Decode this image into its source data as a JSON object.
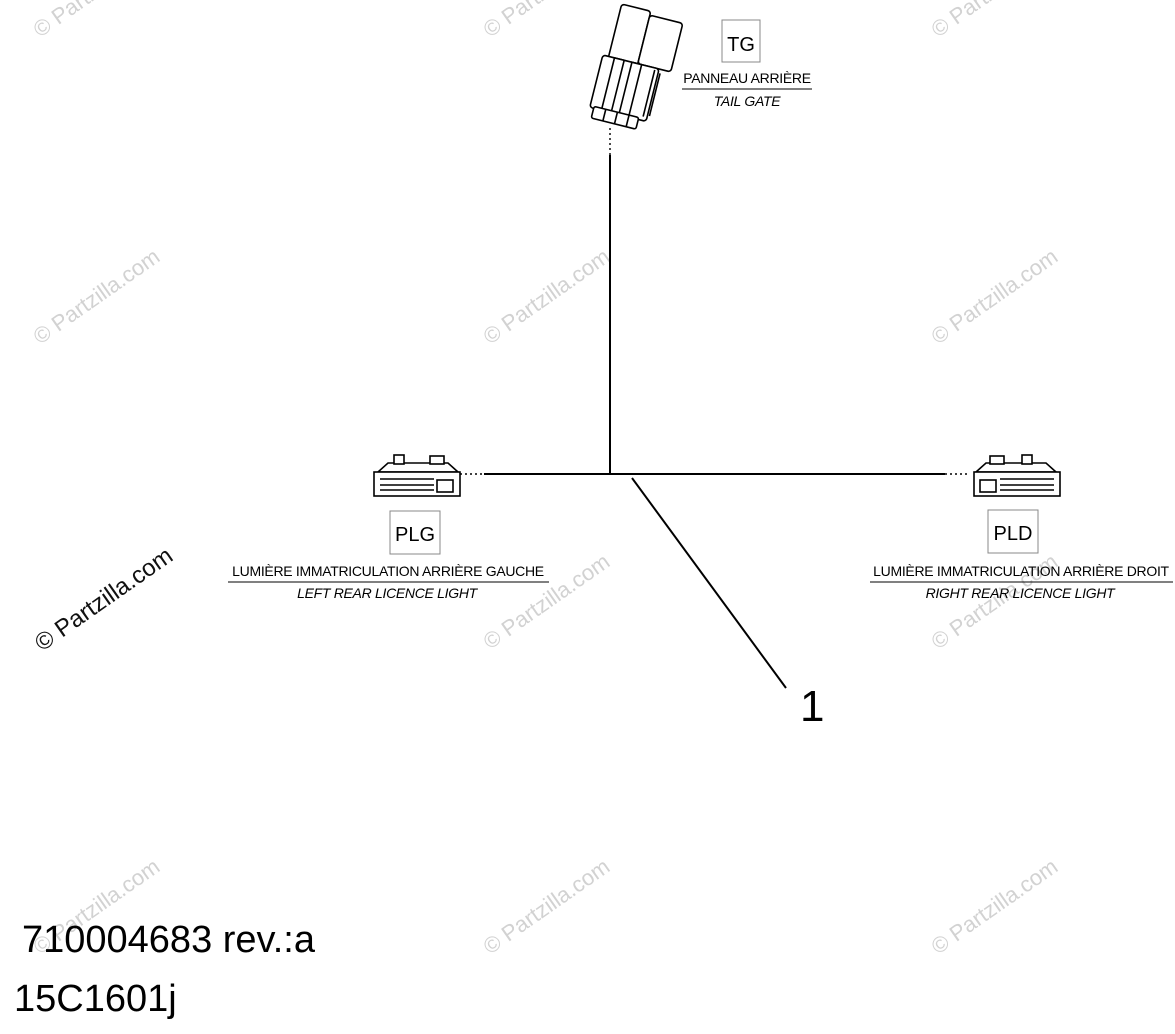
{
  "watermark": "© Partzilla.com",
  "connectors": {
    "tg": {
      "code": "TG",
      "label_fr": "PANNEAU ARRIÈRE",
      "label_en": "TAIL GATE"
    },
    "plg": {
      "code": "PLG",
      "label_fr": "LUMIÈRE IMMATRICULATION ARRIÈRE GAUCHE",
      "label_en": "LEFT REAR LICENCE LIGHT"
    },
    "pld": {
      "code": "PLD",
      "label_fr": "LUMIÈRE IMMATRICULATION ARRIÈRE DROIT",
      "label_en": "RIGHT REAR LICENCE LIGHT"
    }
  },
  "callout": "1",
  "doc_number": "710004683 rev.:a",
  "drawing_id": "15C1601j"
}
